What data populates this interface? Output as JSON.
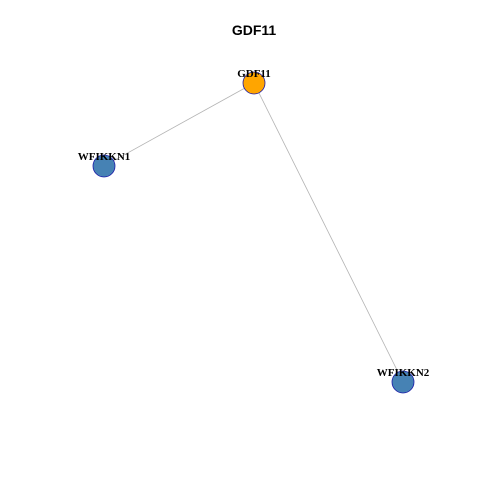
{
  "title": "GDF11",
  "colors": {
    "background": "#ffffff",
    "edge": "#b3b3b3",
    "node_border": "#1a1aa8",
    "hub_node": "#ffa500",
    "neighbor_node": "#4682b4"
  },
  "nodes": [
    {
      "id": "GDF11",
      "label": "GDF11",
      "color": "#ffa500"
    },
    {
      "id": "WFIKKN1",
      "label": "WFIKKN1",
      "color": "#4682b4"
    },
    {
      "id": "WFIKKN2",
      "label": "WFIKKN2",
      "color": "#4682b4"
    }
  ],
  "edges": [
    {
      "source": "GDF11",
      "target": "WFIKKN1"
    },
    {
      "source": "GDF11",
      "target": "WFIKKN2"
    }
  ]
}
